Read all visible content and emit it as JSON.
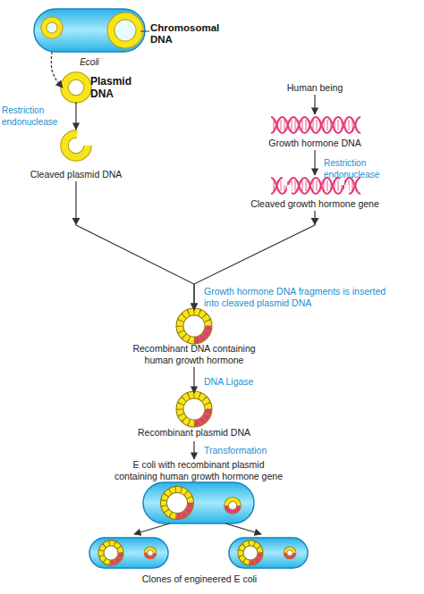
{
  "diagram": {
    "nodes": [
      {
        "text": [
          "Ecoli"
        ]
      },
      {
        "text": [
          "Plasmid DNA"
        ]
      },
      {
        "text": [
          "Cleaved plasmid DNA"
        ]
      },
      {
        "text": [
          "Human being"
        ]
      },
      {
        "text": [
          "Growth hormone DNA"
        ]
      },
      {
        "text": [
          "Cleaved growth hormone gene"
        ]
      },
      {
        "text": [
          "Recombinant DNA containing human growth hormone"
        ]
      },
      {
        "text": [
          "Recombinant plasmid DNA"
        ]
      },
      {
        "text": [
          "E coli with recombinant plasmid containing human growth hormone gene"
        ]
      },
      {
        "text": [
          "Clones of engineered E coli"
        ]
      }
    ],
    "edges": [
      {
        "from": 0,
        "to": 1,
        "arrow": "to"
      },
      {
        "from": 1,
        "to": 2,
        "label": "Restriction endonuclease",
        "arrow": "to"
      },
      {
        "from": 3,
        "to": 4,
        "arrow": "to"
      },
      {
        "from": 4,
        "to": 5,
        "label": "Restriction endonuclease",
        "arrow": "to"
      },
      {
        "from": 2,
        "to": 6,
        "arrow": "to"
      },
      {
        "from": 5,
        "to": 6,
        "label": "Growth hormone DNA fragments is inserted into cleaved plasmid DNA",
        "arrow": "to"
      },
      {
        "from": 6,
        "to": 7,
        "label": "DNA Ligase",
        "arrow": "to"
      },
      {
        "from": 7,
        "to": 8,
        "label": "Transformation",
        "arrow": "to"
      },
      {
        "from": 8,
        "to": 9,
        "arrow": "to"
      }
    ],
    "labels": [
      "Chromosomal DNA"
    ]
  }
}
